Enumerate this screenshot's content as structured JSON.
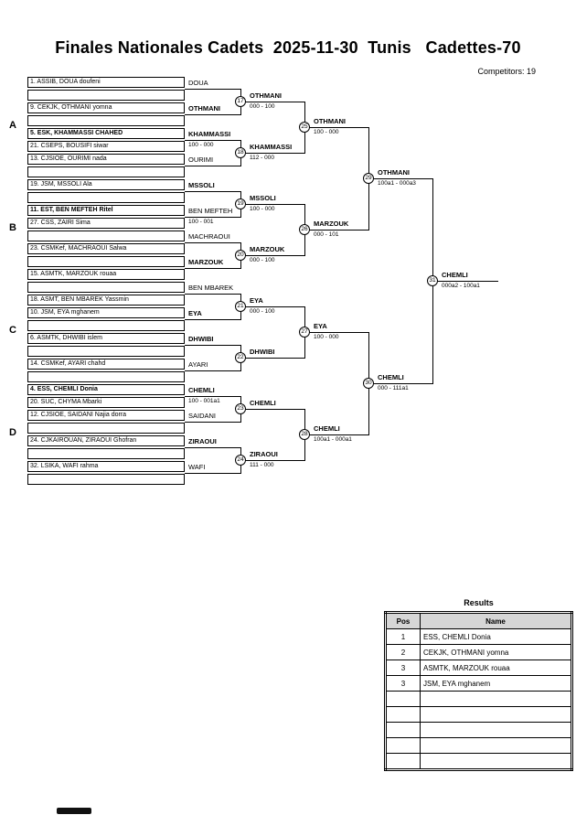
{
  "title": "Finales Nationales Cadets  2025-11-30  Tunis   Cadettes-70",
  "competitors_label": "Competitors: 19",
  "pools": [
    "A",
    "B",
    "C",
    "D"
  ],
  "bracket": {
    "slots": [
      {
        "text": "1. ASSIB, DOUA doufeni",
        "bold": false
      },
      {
        "text": "",
        "bold": false
      },
      {
        "text": "9. CEKJK, OTHMANI yomna",
        "bold": false
      },
      {
        "text": "",
        "bold": false
      },
      {
        "text": "5. ESK, KHAMMASSI CHAHED",
        "bold": true
      },
      {
        "text": "21. CSEPS, BOUSIFI siwar",
        "bold": false
      },
      {
        "text": "13. CJSIOE, OURIMI nada",
        "bold": false
      },
      {
        "text": "",
        "bold": false
      },
      {
        "text": "19. JSM, MSSOLI Ala",
        "bold": false
      },
      {
        "text": "",
        "bold": false
      },
      {
        "text": "11. EST, BEN MEFTEH Ritel",
        "bold": true
      },
      {
        "text": "27. CSS, ZAIRI Sima",
        "bold": false
      },
      {
        "text": "",
        "bold": false
      },
      {
        "text": "23. CSMKef, MACHRAOUI Salwa",
        "bold": false
      },
      {
        "text": "",
        "bold": false
      },
      {
        "text": "15. ASMTK, MARZOUK rouaa",
        "bold": false
      },
      {
        "text": "",
        "bold": false
      },
      {
        "text": "18. ASMT, BEN MBAREK Yassmin",
        "bold": false
      },
      {
        "text": "10. JSM, EYA mghanem",
        "bold": false
      },
      {
        "text": "",
        "bold": false
      },
      {
        "text": "6. ASMTK, DHWIBI islem",
        "bold": false
      },
      {
        "text": "",
        "bold": false
      },
      {
        "text": "14. CSMKef, AYARI chahd",
        "bold": false
      },
      {
        "text": "",
        "bold": false
      },
      {
        "text": "4. ESS, CHEMLI Donia",
        "bold": true
      },
      {
        "text": "20. SUC, CHYMA Mbarki",
        "bold": false
      },
      {
        "text": "12. CJSIOE, SAIDANI Najia dorra",
        "bold": false
      },
      {
        "text": "",
        "bold": false
      },
      {
        "text": "24. CJKAIROUAN, ZIRAOUI Ghofran",
        "bold": false
      },
      {
        "text": "",
        "bold": false
      },
      {
        "text": "32. LSIKA, WAFI rahma",
        "bold": false
      },
      {
        "text": "",
        "bold": false
      }
    ],
    "round1": [
      {
        "winner": "DOUA",
        "bold": false,
        "score": ""
      },
      {
        "winner": "OTHMANI",
        "bold": true,
        "score": ""
      },
      {
        "winner": "KHAMMASSI",
        "bold": true,
        "score": "100 - 000"
      },
      {
        "winner": "OURIMI",
        "bold": false,
        "score": ""
      },
      {
        "winner": "MSSOLI",
        "bold": true,
        "score": ""
      },
      {
        "winner": "BEN MEFTEH",
        "bold": false,
        "score": "100 - 001"
      },
      {
        "winner": "MACHRAOUI",
        "bold": false,
        "score": ""
      },
      {
        "winner": "MARZOUK",
        "bold": true,
        "score": ""
      },
      {
        "winner": "BEN MBAREK",
        "bold": false,
        "score": ""
      },
      {
        "winner": "EYA",
        "bold": true,
        "score": ""
      },
      {
        "winner": "DHWIBI",
        "bold": true,
        "score": ""
      },
      {
        "winner": "AYARI",
        "bold": false,
        "score": ""
      },
      {
        "winner": "CHEMLI",
        "bold": true,
        "score": "100 - 001a1"
      },
      {
        "winner": "SAIDANI",
        "bold": false,
        "score": ""
      },
      {
        "winner": "ZIRAOUI",
        "bold": true,
        "score": ""
      },
      {
        "winner": "WAFI",
        "bold": false,
        "score": ""
      }
    ],
    "round2": [
      {
        "num": 17,
        "winner": "OTHMANI",
        "bold": true,
        "score": "000 - 100"
      },
      {
        "num": 18,
        "winner": "KHAMMASSI",
        "bold": true,
        "score": "112 - 000"
      },
      {
        "num": 19,
        "winner": "MSSOLI",
        "bold": true,
        "score": "100 - 000"
      },
      {
        "num": 20,
        "winner": "MARZOUK",
        "bold": true,
        "score": "000 - 100"
      },
      {
        "num": 21,
        "winner": "EYA",
        "bold": true,
        "score": "000 - 100"
      },
      {
        "num": 22,
        "winner": "DHWIBI",
        "bold": true,
        "score": ""
      },
      {
        "num": 23,
        "winner": "CHEMLI",
        "bold": true,
        "score": ""
      },
      {
        "num": 24,
        "winner": "ZIRAOUI",
        "bold": true,
        "score": "111 - 000"
      }
    ],
    "quarterfinals": [
      {
        "num": 25,
        "winner": "OTHMANI",
        "bold": true,
        "score": "100 - 000"
      },
      {
        "num": 26,
        "winner": "MARZOUK",
        "bold": true,
        "score": "000 - 101"
      },
      {
        "num": 27,
        "winner": "EYA",
        "bold": true,
        "score": "100 - 000"
      },
      {
        "num": 28,
        "winner": "CHEMLI",
        "bold": true,
        "score": "100a1 - 000a1"
      }
    ],
    "semifinals": [
      {
        "num": 29,
        "winner": "OTHMANI",
        "bold": true,
        "score": "100a1 - 000a3"
      },
      {
        "num": 30,
        "winner": "CHEMLI",
        "bold": true,
        "score": "000 - 111a1"
      }
    ],
    "final": {
      "num": 31,
      "winner": "CHEMLI",
      "bold": true,
      "score": "000a2 - 100a1"
    }
  },
  "results": {
    "heading": "Results",
    "columns": [
      "Pos",
      "Name"
    ],
    "rows": [
      [
        "1",
        "ESS, CHEMLI Donia"
      ],
      [
        "2",
        "CEKJK, OTHMANI yomna"
      ],
      [
        "3",
        "ASMTK, MARZOUK rouaa"
      ],
      [
        "3",
        "JSM, EYA mghanem"
      ]
    ],
    "empty_rows": 5
  }
}
